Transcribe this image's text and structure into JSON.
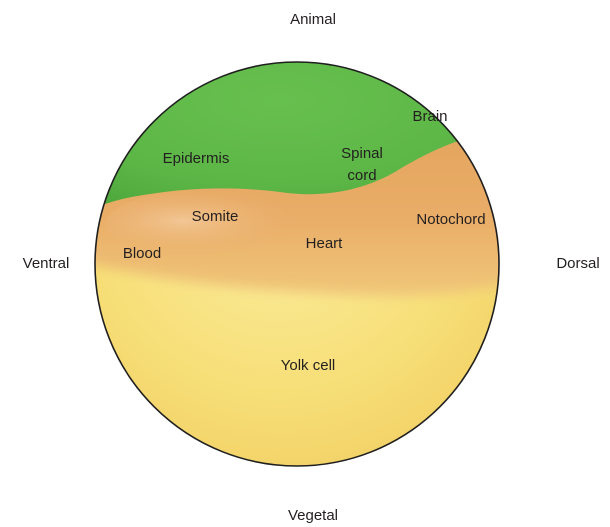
{
  "orientation": {
    "top": "Animal",
    "bottom": "Vegetal",
    "left": "Ventral",
    "right": "Dorsal"
  },
  "regions": {
    "epidermis": "Epidermis",
    "brain": "Brain",
    "spinal_cord_line1": "Spinal",
    "spinal_cord_line2": "cord",
    "somite": "Somite",
    "notochord": "Notochord",
    "blood": "Blood",
    "heart": "Heart",
    "yolk_cell": "Yolk cell"
  },
  "colors": {
    "ectoderm_green": "#5cb646",
    "mesoderm_orange": "#e7a662",
    "yolk_yellow": "#f7df78",
    "outline": "#1f1f1f"
  }
}
